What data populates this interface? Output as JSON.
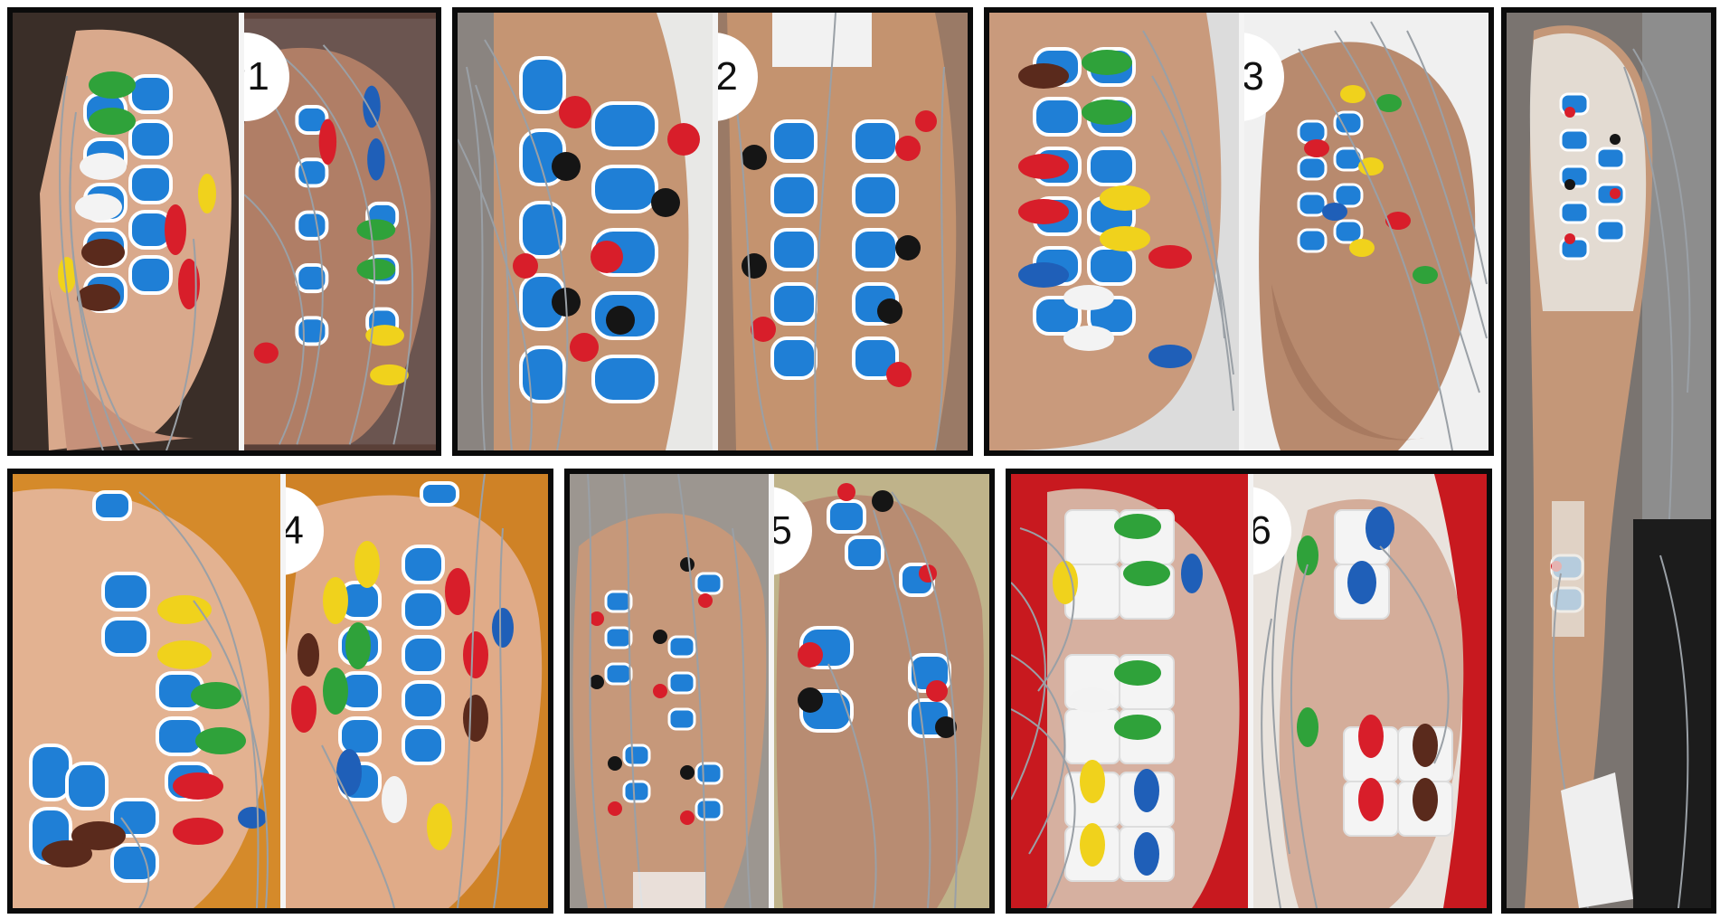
{
  "panels": [
    {
      "label": "P1"
    },
    {
      "label": "P2"
    },
    {
      "label": "P3"
    },
    {
      "label": "P4"
    },
    {
      "label": "P5"
    },
    {
      "label": "P6"
    }
  ],
  "colors": {
    "electrode_blue": "#1f7fd6",
    "electrode_rim": "#ffffff",
    "snap_red": "#d81e2a",
    "snap_green": "#2fa23a",
    "snap_yellow": "#f0d21c",
    "snap_black": "#151515",
    "snap_white": "#f3f3f3",
    "snap_brown": "#5a2a1c",
    "lead_wire": "#9aa0a6",
    "skin": "#c99a7c",
    "shirt_red": "#c8191f"
  }
}
